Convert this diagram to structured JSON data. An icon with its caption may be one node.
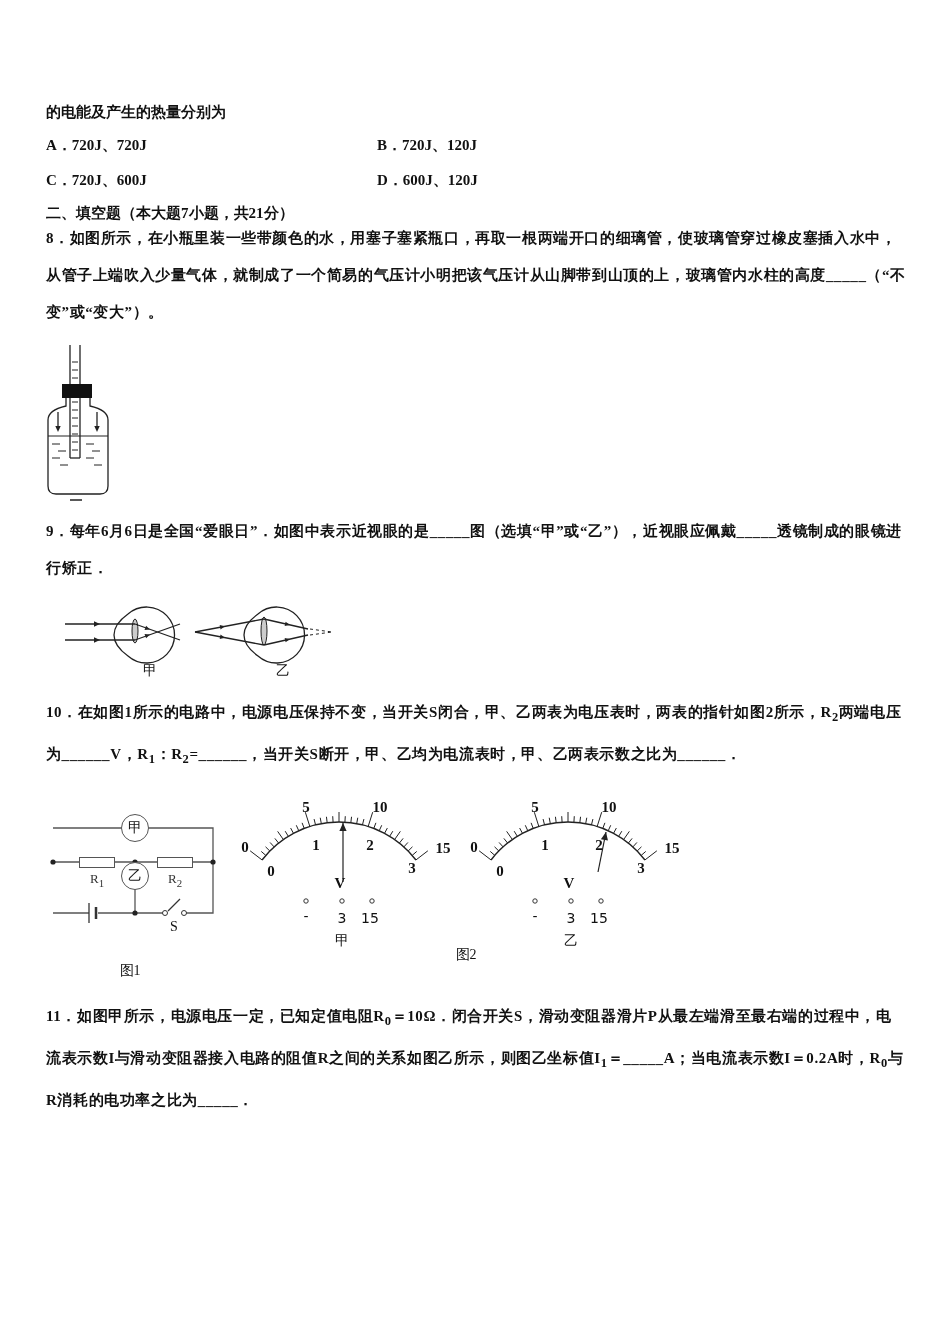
{
  "diagram": {
    "nodes": [
      {
        "text": [
          "甲"
        ]
      },
      {
        "text": [
          "R$_{1}$"
        ]
      },
      {
        "text": [
          "R$_{2}$"
        ]
      },
      {
        "text": [
          "乙"
        ]
      }
    ],
    "labels": [
      "的电能及产生的热量分别为",
      "A．720J、720J",
      "B．720J、120J",
      "C．720J、600J",
      "D．600J、120J",
      "二、填空题（本大题7小题，共21分）",
      "8．如图所示，在小瓶里装一些带颜色的水，用塞子塞紧瓶口，再取一根两端开口的细璃管，使玻璃管穿过橡皮塞插入水中，从管子上端吹入少量气体，就制成了一个简易的气压计小明把该气压计从山脚带到山顶的上，玻璃管内水柱的高度_____（“不变”或“变大”）。",
      "9．每年6月6日是全国“爱眼日”．如图中表示近视眼的是_____图（选填“甲”或“乙”），近视眼应佩戴_____透镜制成的眼镜进行矫正．",
      "甲",
      "乙",
      "10．在如图1所示的电路中，电源电压保持不变，当开关S闭合，甲、乙两表为电压表时，两表的指针如图2所示，R$_{2}$两端电压为______V，R$_{1}$：R$_{2}$=______，当开关S断开，甲、乙均为电流表时，甲、乙两表示数之比为______．",
      "S",
      "图1",
      "0",
      "5",
      "10",
      "15",
      "0",
      "1",
      "2",
      "3",
      "V",
      "-",
      "3",
      "15",
      "甲",
      "图2",
      "0",
      "5",
      "10",
      "15",
      "0",
      "1",
      "2",
      "3",
      "V",
      "-",
      "3",
      "15",
      "乙",
      "11．如图甲所示，电源电压一定，已知定值电阻R$_{0}$＝10Ω．闭合开关S，滑动变阻器滑片P从最左端滑至最右端的过程中，电流表示数I与滑动变阻器接入电路的阻值R之间的关系如图乙所示，则图乙坐标值I$_{1}$＝_____A；当电流表示数I＝0.2A时，R$_{0}$与R消耗的电功率之比为_____．"
    ]
  }
}
